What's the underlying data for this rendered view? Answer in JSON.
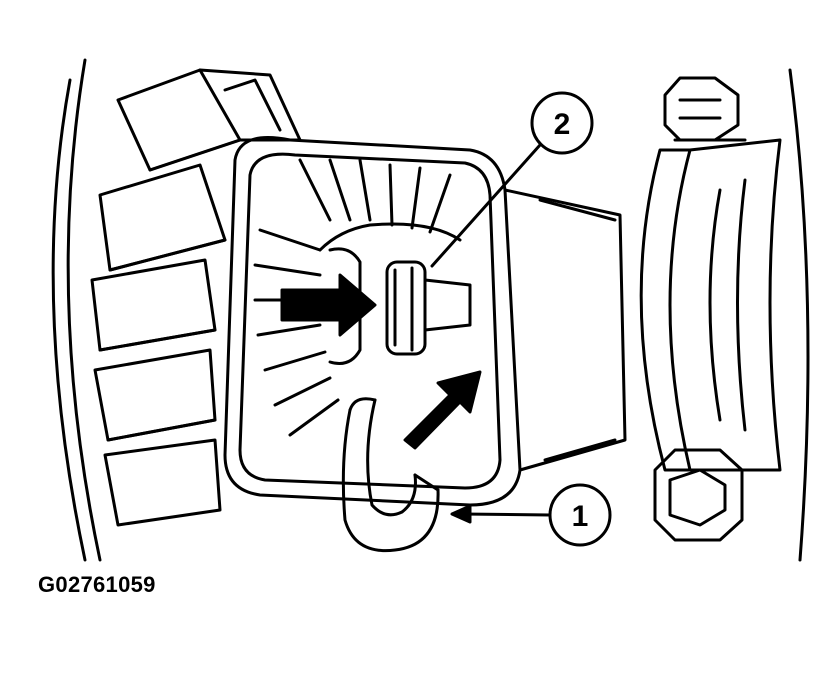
{
  "figure_id": "G02761059",
  "callouts": [
    {
      "number": "1",
      "target": "removal-hook"
    },
    {
      "number": "2",
      "target": "pinion-shaft-bolt"
    }
  ],
  "colors": {
    "line": "#000000",
    "background": "#ffffff"
  }
}
